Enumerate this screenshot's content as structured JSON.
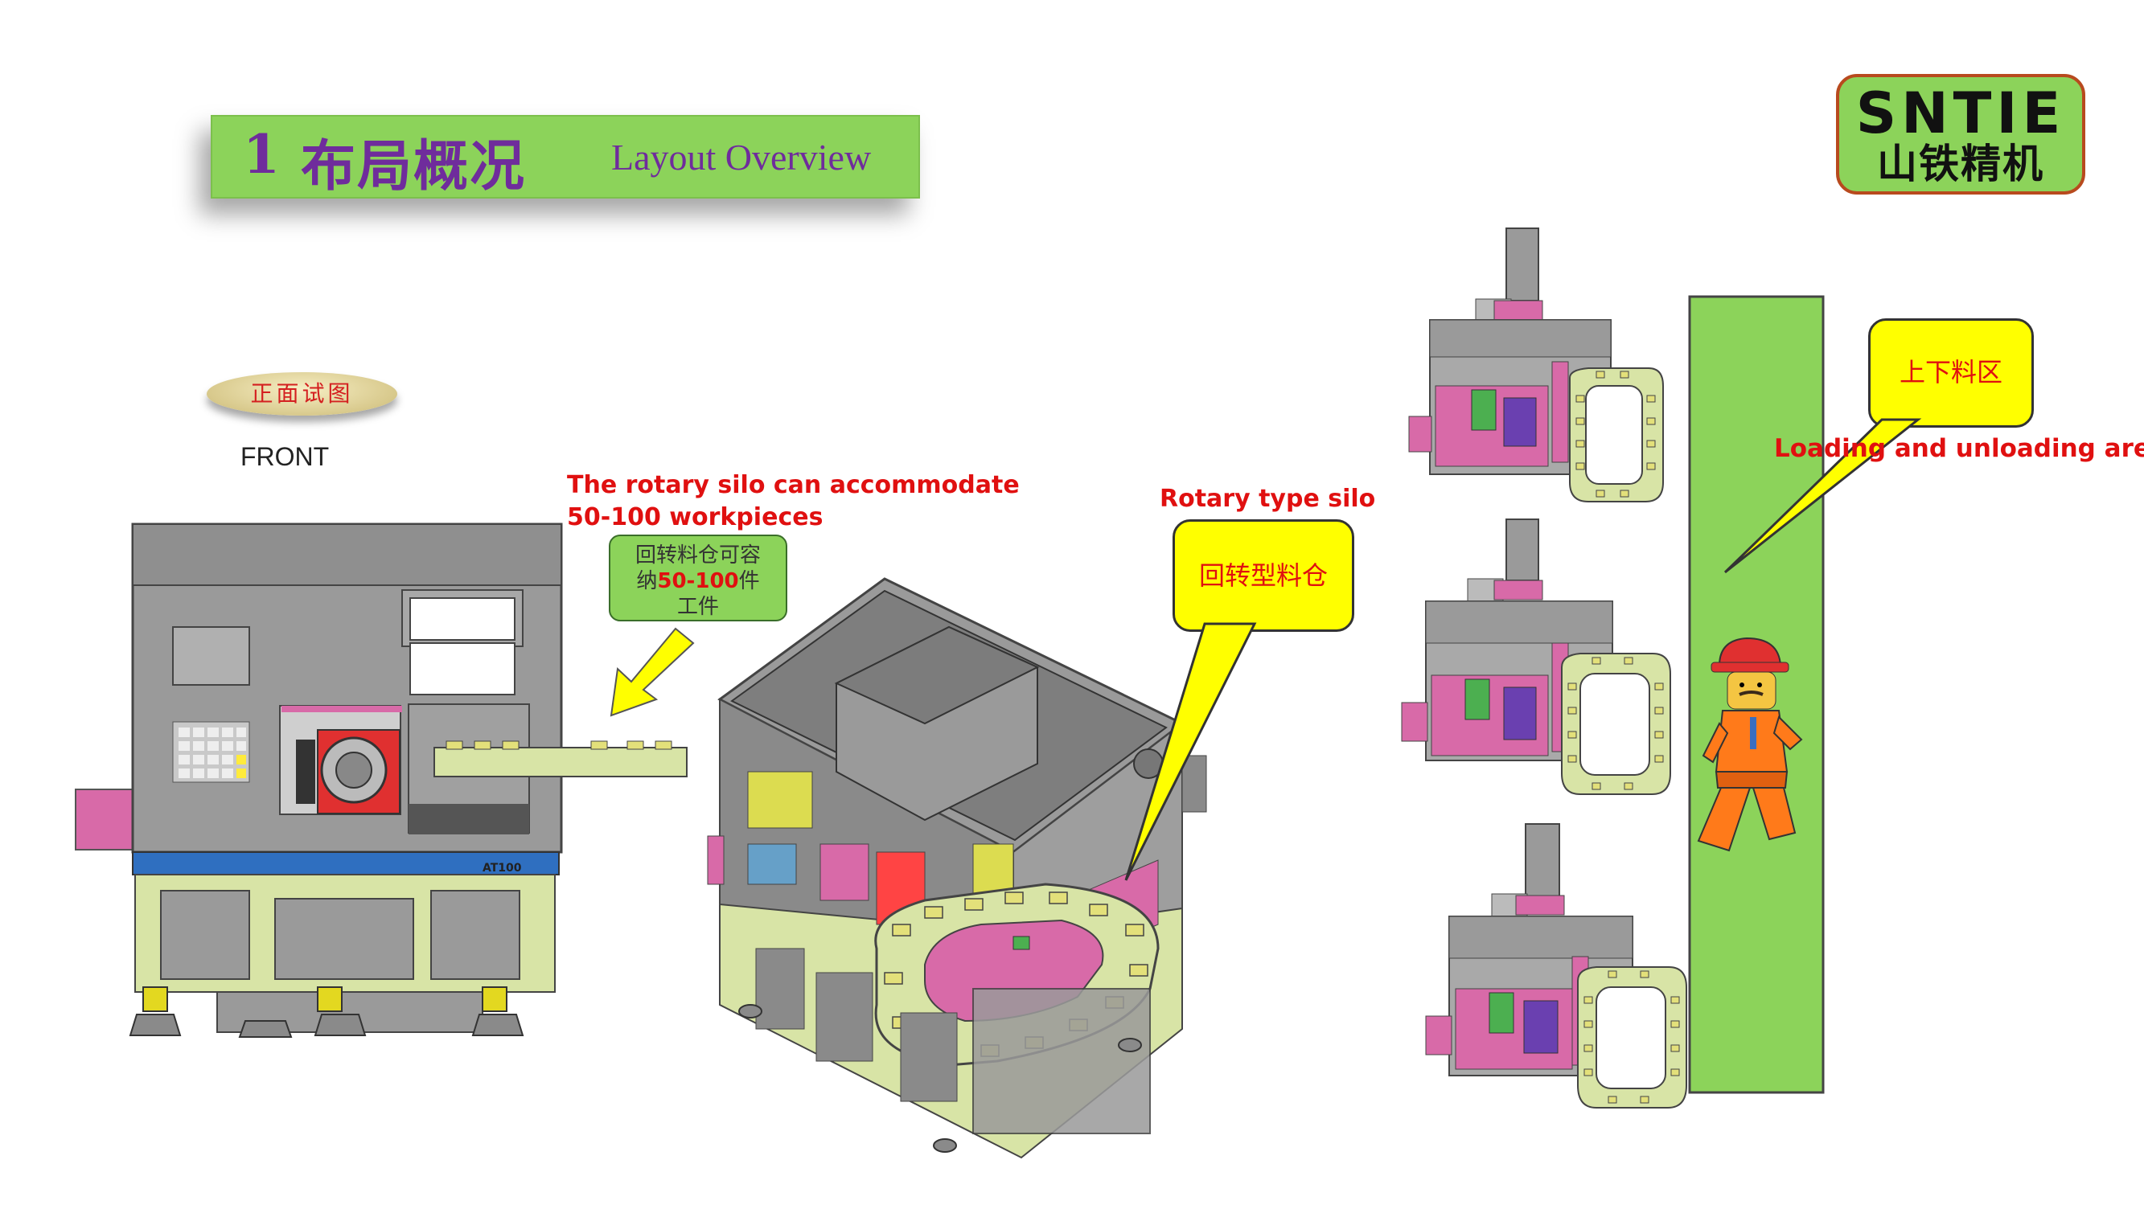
{
  "title": {
    "number": "1",
    "cn": "布局概况",
    "en": "Layout Overview"
  },
  "front": {
    "cn": "正面试图",
    "en": "FRONT"
  },
  "silo_note": {
    "line1": "The rotary silo can accommodate",
    "line2": "50-100 workpieces",
    "cn_pre": "回转料仓可容",
    "cn_mid1": "纳",
    "cn_num": "50-100",
    "cn_mid2": "件",
    "cn_post": "工件"
  },
  "rotary": {
    "en": "Rotary type silo",
    "cn": "回转型料仓"
  },
  "loading": {
    "cn": "上下料区",
    "en": "Loading and unloading area"
  },
  "logo": {
    "en": "SNTIE",
    "cn": "山铁精机"
  },
  "machine_model": "AT100",
  "colors": {
    "green": "#8cd35a",
    "yellow": "#ffff00",
    "red": "#e01010",
    "purple": "#6f2c9c",
    "gray": "#9a9a9a",
    "pink": "#d86aa8",
    "base": "#d8e4a6"
  }
}
